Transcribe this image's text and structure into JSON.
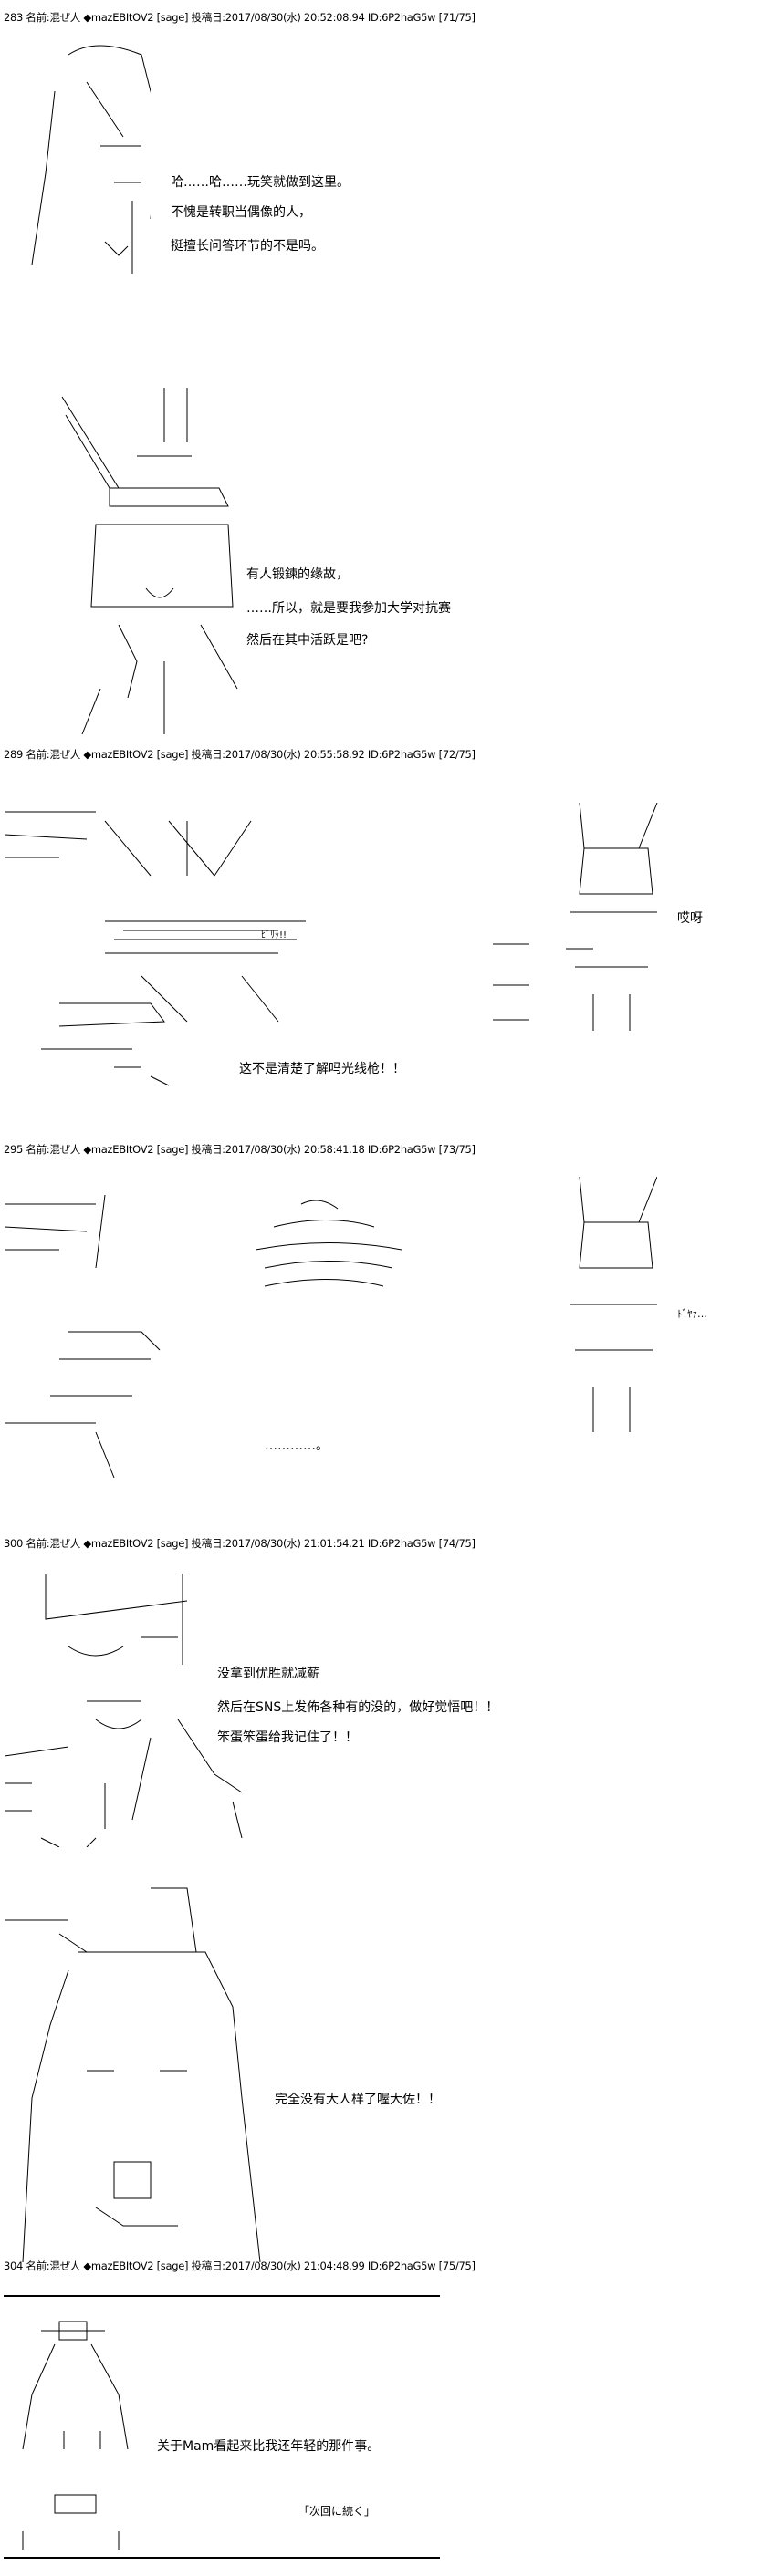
{
  "posts": [
    {
      "header": "283 名前:混ぜ人 ◆mazEBItOV2 [sage] 投稿日:2017/08/30(水) 20:52:08.94 ID:6P2haG5w [71/75]",
      "lines": [
        "哈……哈……玩笑就做到这里。",
        "不愧是转职当偶像的人，",
        "挺擅长问答环节的不是吗。"
      ],
      "lines2": [
        "有人锻鍊的缘故，",
        "……所以，就是要我参加大学对抗赛",
        "然后在其中活跃是吧?"
      ]
    },
    {
      "header": "289 名前:混ぜ人 ◆mazEBItOV2 [sage] 投稿日:2017/08/30(水) 20:55:58.92 ID:6P2haG5w [72/75]",
      "lines": [
        "这不是清楚了解吗光线枪！！"
      ],
      "sfx": [
        "ﾋﾞﾘｯ!!",
        "哎呀"
      ]
    },
    {
      "header": "295 名前:混ぜ人 ◆mazEBItOV2 [sage] 投稿日:2017/08/30(水) 20:58:41.18 ID:6P2haG5w [73/75]",
      "lines": [
        "…………。"
      ],
      "sfx": [
        "ﾄﾞﾔｧ…"
      ]
    },
    {
      "header": "300 名前:混ぜ人 ◆mazEBItOV2 [sage] 投稿日:2017/08/30(水) 21:01:54.21 ID:6P2haG5w [74/75]",
      "lines": [
        "没拿到优胜就减薪",
        "然后在SNS上发佈各种有的没的，做好觉悟吧！！",
        "笨蛋笨蛋给我记住了！！"
      ],
      "lines2": [
        "完全没有大人样了喔大佐！！"
      ]
    },
    {
      "header": "304 名前:混ぜ人 ◆mazEBItOV2 [sage] 投稿日:2017/08/30(水) 21:04:48.99 ID:6P2haG5w [75/75]",
      "lines": [
        "关于Mam看起来比我还年轻的那件事。"
      ],
      "end": "「次回に続く」"
    }
  ]
}
